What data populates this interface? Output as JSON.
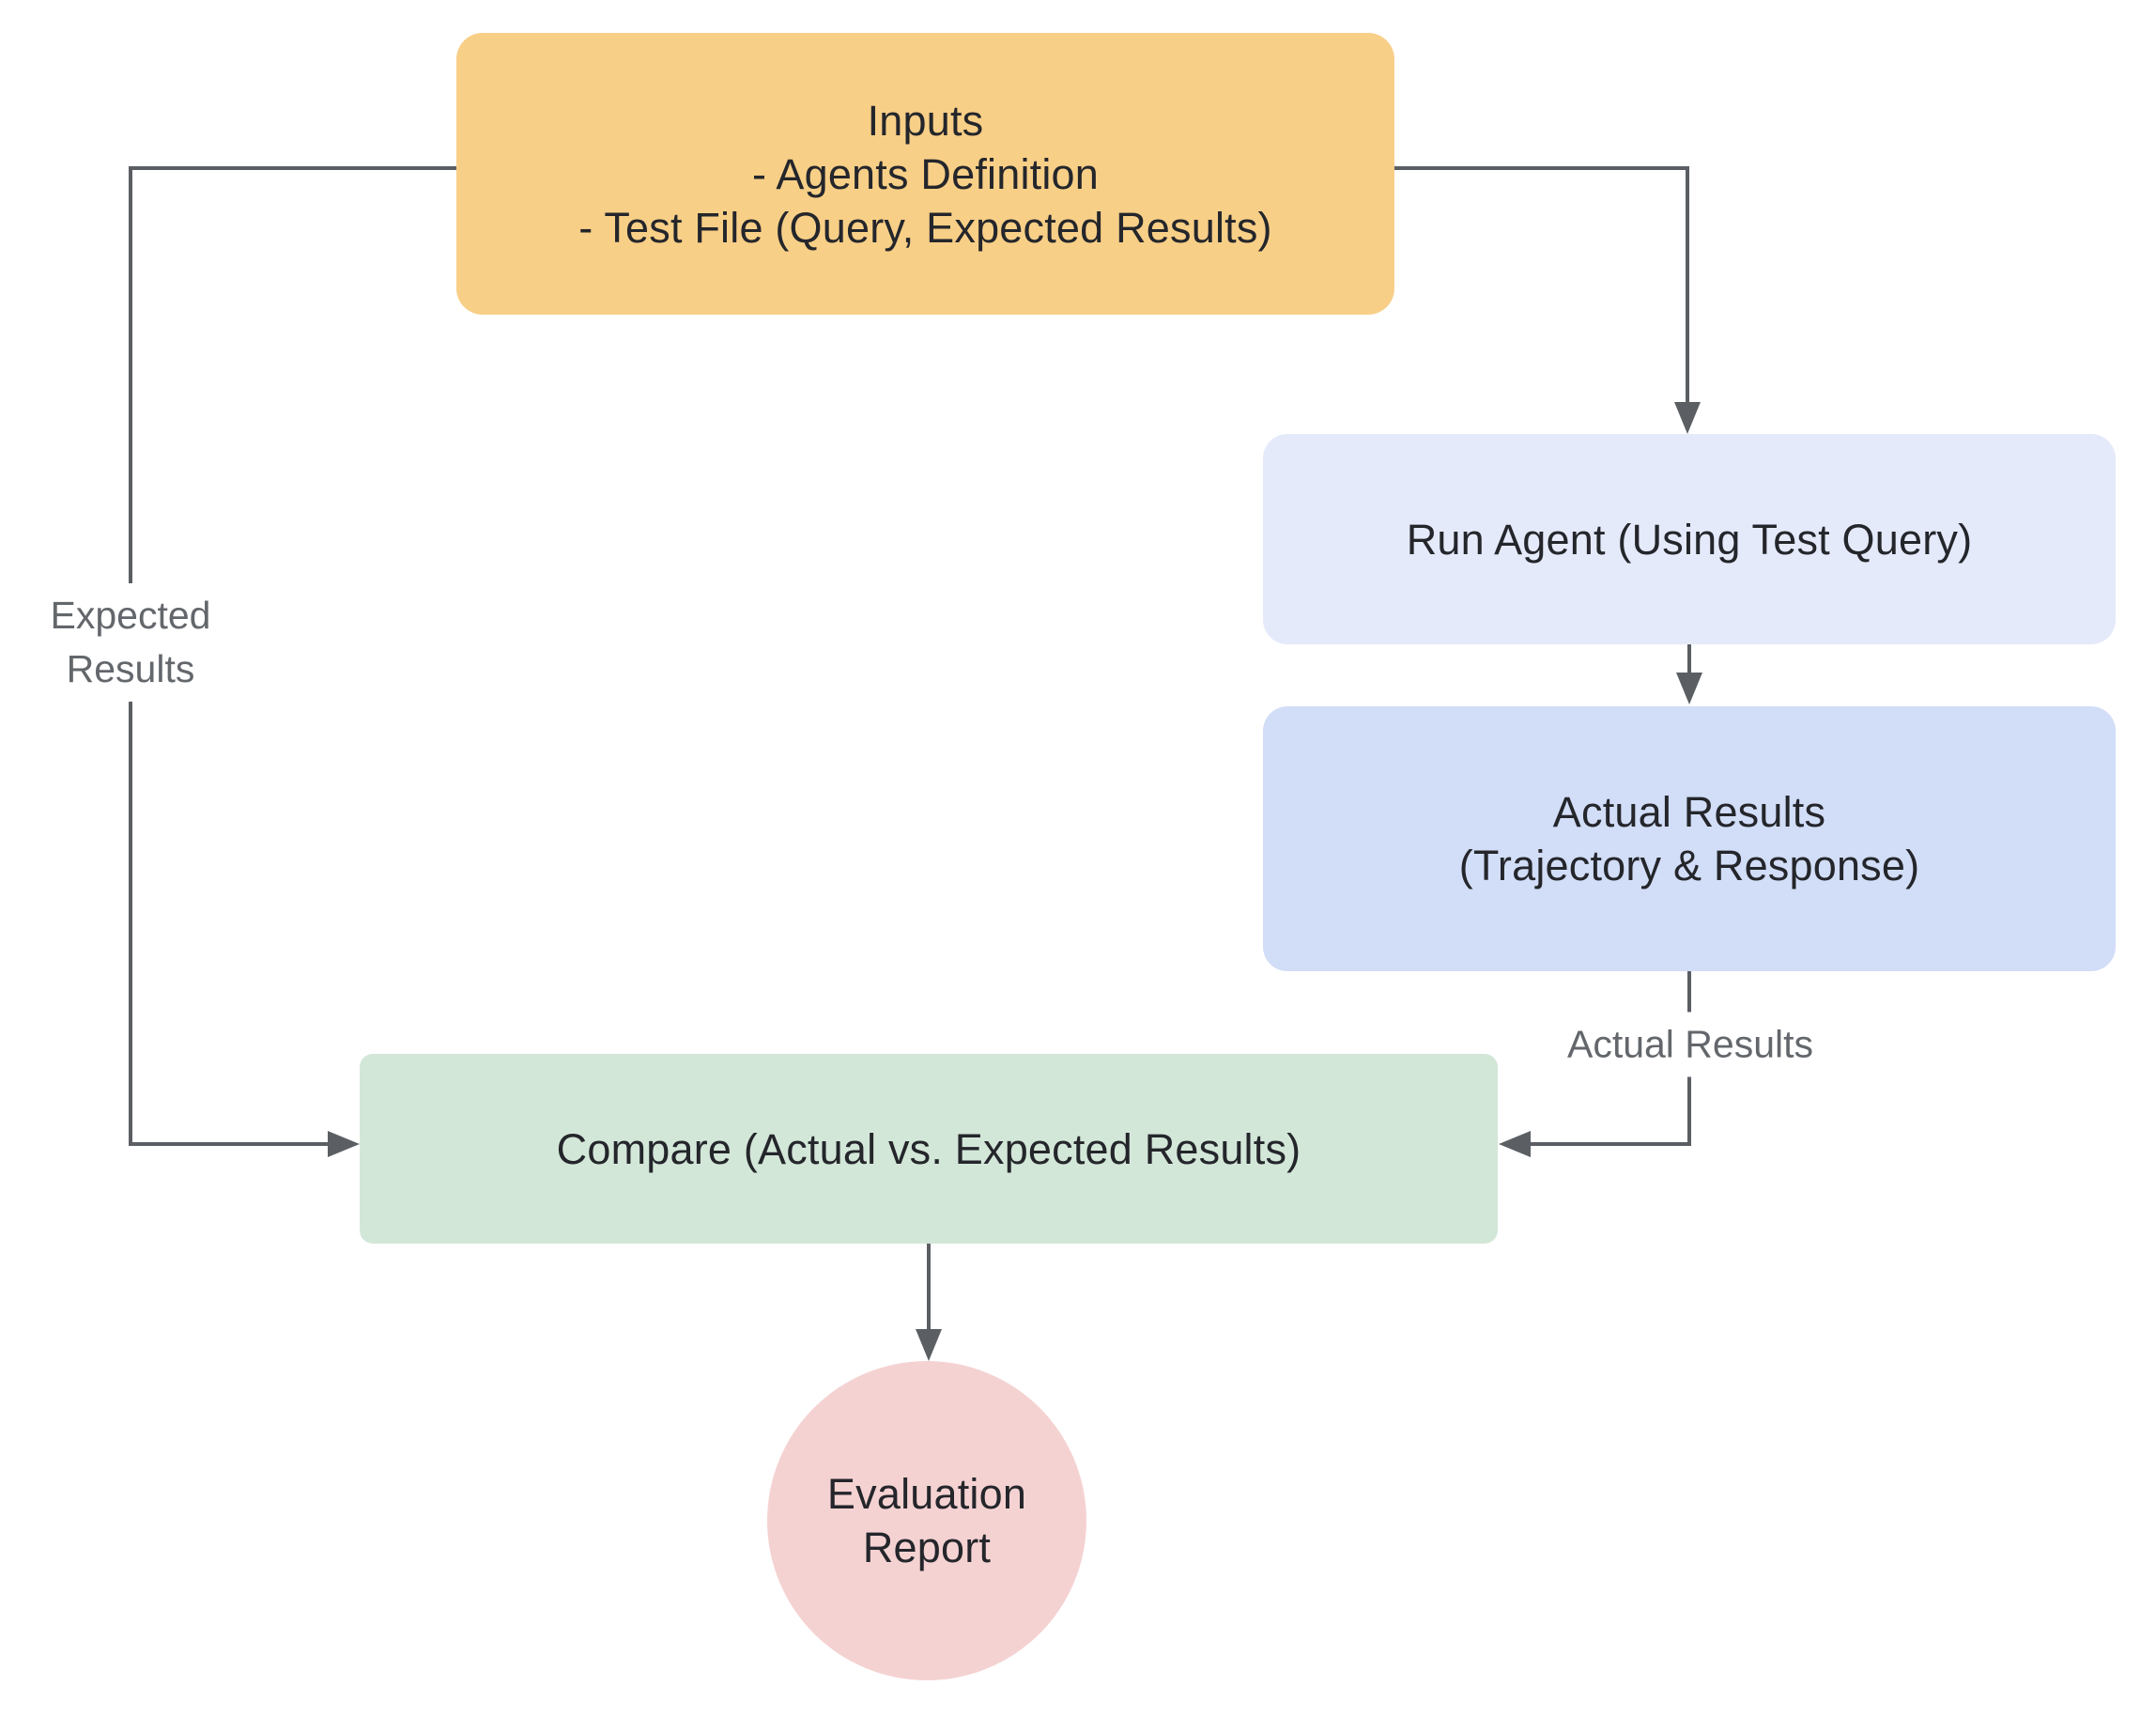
{
  "diagram": {
    "type": "flowchart",
    "nodes": {
      "inputs": {
        "line1": "Inputs",
        "line2": "- Agents Definition",
        "line3": "- Test File (Query, Expected Results)"
      },
      "run_agent": {
        "label": "Run Agent (Using Test Query)"
      },
      "actual_results": {
        "line1": "Actual Results",
        "line2": "(Trajectory & Response)"
      },
      "compare": {
        "label": "Compare (Actual vs. Expected Results)"
      },
      "evaluation_report": {
        "line1": "Evaluation",
        "line2": "Report"
      }
    },
    "edge_labels": {
      "expected_results": {
        "line1": "Expected",
        "line2": "Results"
      },
      "actual_results": {
        "label": "Actual Results"
      }
    },
    "edges": [
      {
        "from": "inputs",
        "to": "compare",
        "label": "Expected Results"
      },
      {
        "from": "inputs",
        "to": "run_agent",
        "label": ""
      },
      {
        "from": "run_agent",
        "to": "actual_results",
        "label": ""
      },
      {
        "from": "actual_results",
        "to": "compare",
        "label": "Actual Results"
      },
      {
        "from": "compare",
        "to": "evaluation_report",
        "label": ""
      }
    ]
  },
  "colors": {
    "background": "#ffffff",
    "inputs_fill": "#f8cf87",
    "run_agent_fill": "#e5eafb",
    "actual_results_fill": "#d2ddf7",
    "compare_fill": "#d3e7d8",
    "evaluation_fill": "#f5d2d2",
    "connector": "#5b5f64",
    "node_text": "#24262b",
    "edge_label_text": "#63676c"
  }
}
